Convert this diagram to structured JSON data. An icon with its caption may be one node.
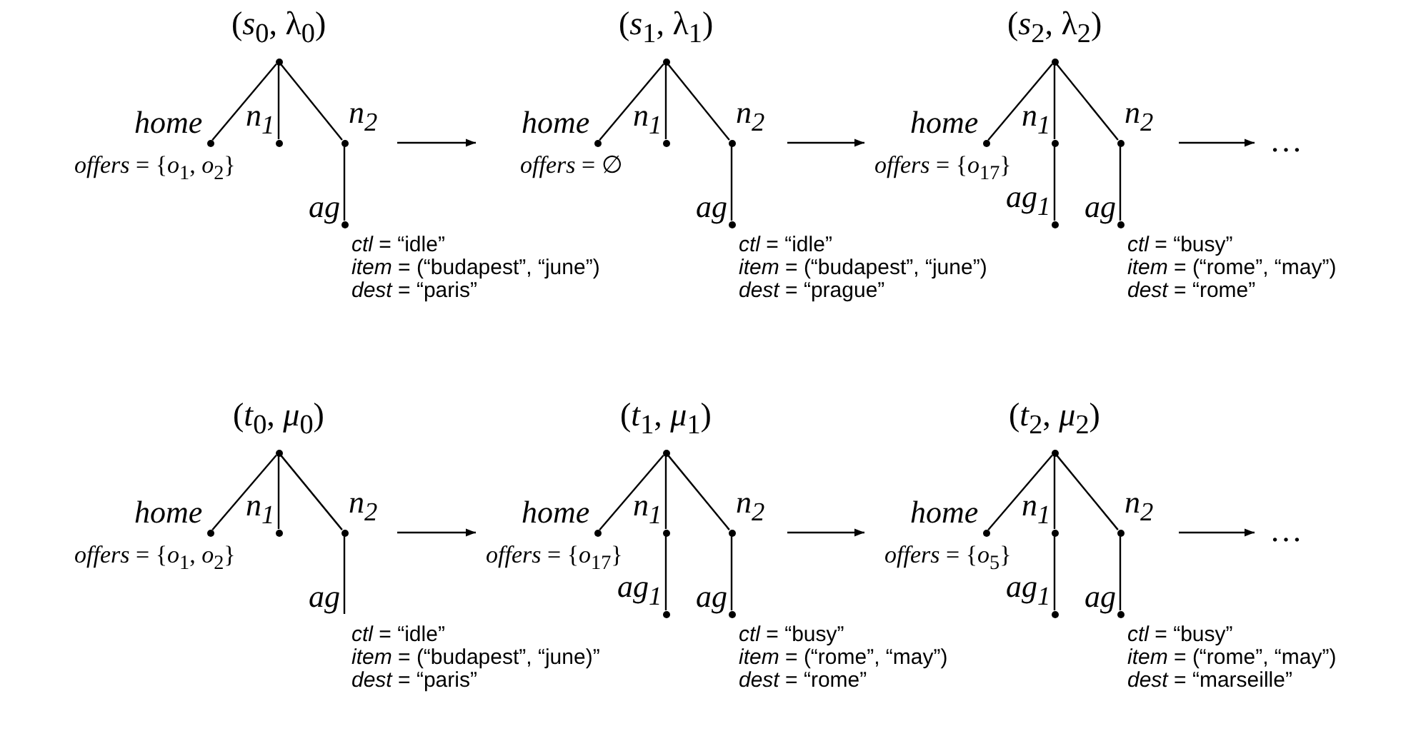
{
  "diagram": {
    "nodes": [
      {
        "text": [
          "(*s*$_{0}$, λ$_{0}$)"
        ]
      },
      {
        "text": [],
        "shape": "circle",
        "in": 0
      },
      {
        "text": [],
        "shape": "circle",
        "in": 0,
        "beside": [
          "*offers* = {*o*$_{1}$, *o*$_{2}$}"
        ]
      },
      {
        "text": [],
        "shape": "circle",
        "in": 0
      },
      {
        "text": [],
        "shape": "circle",
        "in": 0
      },
      {
        "text": [],
        "shape": "circle",
        "in": 0,
        "beside": [
          "*ctl* = “idle”",
          "*item* = (“budapest”, “june”)",
          "*dest* = “paris”"
        ]
      },
      {
        "text": [
          "(*s*$_{1}$, λ$_{1}$)"
        ]
      },
      {
        "text": [],
        "shape": "circle",
        "in": 6
      },
      {
        "text": [],
        "shape": "circle",
        "in": 6,
        "beside": [
          "*offers* = ∅"
        ]
      },
      {
        "text": [],
        "shape": "circle",
        "in": 6
      },
      {
        "text": [],
        "shape": "circle",
        "in": 6
      },
      {
        "text": [],
        "shape": "circle",
        "in": 6,
        "beside": [
          "*ctl* = “idle”",
          "*item* = (“budapest”, “june”)",
          "*dest* = “prague”"
        ]
      },
      {
        "text": [
          "(*s*$_{2}$, λ$_{2}$)"
        ]
      },
      {
        "text": [],
        "shape": "circle",
        "in": 12
      },
      {
        "text": [],
        "shape": "circle",
        "in": 12,
        "beside": [
          "*offers* = {*o*$_{17}$}"
        ]
      },
      {
        "text": [],
        "shape": "circle",
        "in": 12
      },
      {
        "text": [],
        "shape": "circle",
        "in": 12
      },
      {
        "text": [],
        "shape": "circle",
        "in": 12
      },
      {
        "text": [],
        "shape": "circle",
        "in": 12,
        "beside": [
          "*ctl* = “busy”",
          "*item* = (“rome”, “may”)",
          "*dest* = “rome”"
        ]
      },
      {
        "text": [
          "…"
        ]
      },
      {
        "text": [
          "(*t*$_{0}$, *μ*$_{0}$)"
        ]
      },
      {
        "text": [],
        "shape": "circle",
        "in": 20
      },
      {
        "text": [],
        "shape": "circle",
        "in": 20,
        "beside": [
          "*offers* = {*o*$_{1}$, *o*$_{2}$}"
        ]
      },
      {
        "text": [],
        "shape": "circle",
        "in": 20
      },
      {
        "text": [],
        "shape": "circle",
        "in": 20
      },
      {
        "text": [
          "(*t*$_{1}$, *μ*$_{1}$)"
        ]
      },
      {
        "text": [],
        "shape": "circle",
        "in": 25
      },
      {
        "text": [],
        "shape": "circle",
        "in": 25,
        "beside": [
          "*offers* = {*o*$_{17}$}"
        ]
      },
      {
        "text": [],
        "shape": "circle",
        "in": 25
      },
      {
        "text": [],
        "shape": "circle",
        "in": 25
      },
      {
        "text": [],
        "shape": "circle",
        "in": 25
      },
      {
        "text": [],
        "shape": "circle",
        "in": 25,
        "beside": [
          "*ctl* = “busy”",
          "*item* = (“rome”, “may”)",
          "*dest* = “rome”"
        ]
      },
      {
        "text": [
          "(*t*$_{2}$, *μ*$_{2}$)"
        ]
      },
      {
        "text": [],
        "shape": "circle",
        "in": 32
      },
      {
        "text": [],
        "shape": "circle",
        "in": 32,
        "beside": [
          "*offers* = {*o*$_{5}$}"
        ]
      },
      {
        "text": [],
        "shape": "circle",
        "in": 32
      },
      {
        "text": [],
        "shape": "circle",
        "in": 32
      },
      {
        "text": [],
        "shape": "circle",
        "in": 32
      },
      {
        "text": [],
        "shape": "circle",
        "in": 32,
        "beside": [
          "*ctl* = “busy”",
          "*item* = (“rome”, “may”)",
          "*dest* = “marseille”"
        ]
      },
      {
        "text": [
          "…"
        ]
      }
    ],
    "edges": [
      {
        "from": 1,
        "to": 2,
        "arrow": "none",
        "label": "home"
      },
      {
        "from": 1,
        "to": 3,
        "arrow": "none",
        "label": "n$_{1}$"
      },
      {
        "from": 1,
        "to": 4,
        "arrow": "none",
        "label": "n$_{2}$"
      },
      {
        "from": 4,
        "to": 5,
        "arrow": "none",
        "label": "ag"
      },
      {
        "from": 0,
        "to": 6,
        "arrow": "to"
      },
      {
        "from": 7,
        "to": 8,
        "arrow": "none",
        "label": "home"
      },
      {
        "from": 7,
        "to": 9,
        "arrow": "none",
        "label": "n$_{1}$"
      },
      {
        "from": 7,
        "to": 10,
        "arrow": "none",
        "label": "n$_{2}$"
      },
      {
        "from": 10,
        "to": 11,
        "arrow": "none",
        "label": "ag"
      },
      {
        "from": 6,
        "to": 12,
        "arrow": "to"
      },
      {
        "from": 13,
        "to": 14,
        "arrow": "none",
        "label": "home"
      },
      {
        "from": 13,
        "to": 15,
        "arrow": "none",
        "label": "n$_{1}$"
      },
      {
        "from": 15,
        "to": 16,
        "arrow": "none",
        "label": "ag$_{1}$"
      },
      {
        "from": 13,
        "to": 17,
        "arrow": "none",
        "label": "n$_{2}$"
      },
      {
        "from": 17,
        "to": 18,
        "arrow": "none",
        "label": "ag"
      },
      {
        "from": 12,
        "to": 19,
        "arrow": "to"
      },
      {
        "from": 21,
        "to": 22,
        "arrow": "none",
        "label": "home"
      },
      {
        "from": 21,
        "to": 23,
        "arrow": "none",
        "label": "n$_{1}$"
      },
      {
        "from": 21,
        "to": 24,
        "arrow": "none",
        "label": "n$_{2}$"
      },
      {
        "from": 24,
        "to": null,
        "arrow": "none",
        "label": "ag"
      },
      {
        "from": 20,
        "to": 25,
        "arrow": "to"
      },
      {
        "from": 26,
        "to": 27,
        "arrow": "none",
        "label": "home"
      },
      {
        "from": 26,
        "to": 28,
        "arrow": "none",
        "label": "n$_{1}$"
      },
      {
        "from": 28,
        "to": 29,
        "arrow": "none",
        "label": "ag$_{1}$"
      },
      {
        "from": 26,
        "to": 30,
        "arrow": "none",
        "label": "n$_{2}$"
      },
      {
        "from": 30,
        "to": 31,
        "arrow": "none",
        "label": "ag"
      },
      {
        "from": 25,
        "to": 32,
        "arrow": "to"
      },
      {
        "from": 33,
        "to": 34,
        "arrow": "none",
        "label": "home"
      },
      {
        "from": 33,
        "to": 35,
        "arrow": "none",
        "label": "n$_{1}$"
      },
      {
        "from": 35,
        "to": 36,
        "arrow": "none",
        "label": "ag$_{1}$"
      },
      {
        "from": 33,
        "to": 37,
        "arrow": "none",
        "label": "n$_{2}$"
      },
      {
        "from": 37,
        "to": 38,
        "arrow": "none",
        "label": "ag"
      },
      {
        "from": 32,
        "to": 39,
        "arrow": "to"
      }
    ],
    "labels": [
      "*ctl* = “idle”",
      "*item* = (“budapest”, “june)”",
      "*dest* = “paris”"
    ]
  }
}
